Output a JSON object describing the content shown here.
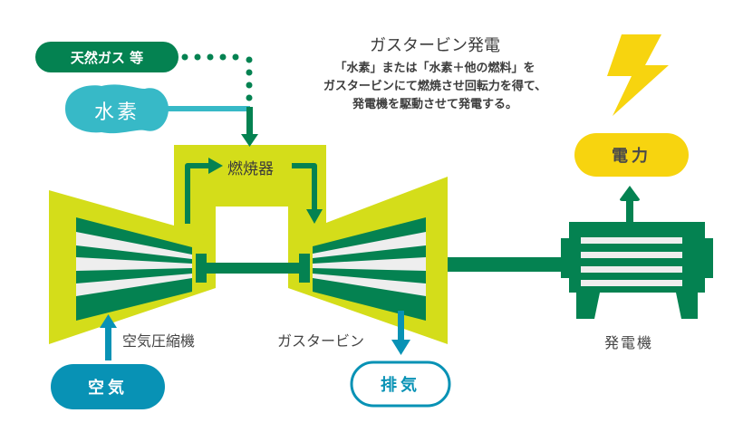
{
  "title": "ガスタービン発電",
  "description": [
    "「水素」または「水素＋他の燃料」を",
    "ガスタービンにて燃焼させ回転力を得て、",
    "発電機を駆動させて発電する。"
  ],
  "inputs": {
    "natural_gas": "天然ガス 等",
    "hydrogen": "水素",
    "air": "空気"
  },
  "outputs": {
    "exhaust": "排気",
    "power": "電力"
  },
  "components": {
    "combustor": "燃焼器",
    "compressor": "空気圧縮機",
    "turbine": "ガスタービン",
    "generator": "発電機"
  },
  "colors": {
    "machine_body": "#d4dd1a",
    "dark_green": "#048251",
    "blade_light": "#eeeeee",
    "hydrogen_teal": "#37b9c7",
    "air_blue": "#0892b5",
    "power_yellow": "#f7d40f",
    "text": "#444444"
  }
}
